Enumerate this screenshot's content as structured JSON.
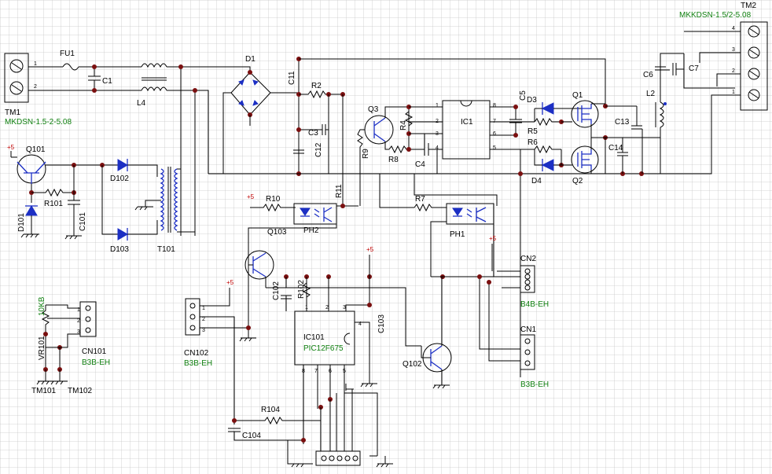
{
  "labels": {
    "tm1": "TM1",
    "tm1_part": "MKDSN-1.5-2-5.08",
    "tm2": "TM2",
    "tm2_part": "MKKDSN-1.5/2-5.08",
    "fu1": "FU1",
    "c1": "C1",
    "l4": "L4",
    "d1": "D1",
    "c11": "C11",
    "r2": "R2",
    "c3": "C3",
    "c12": "C12",
    "q3": "Q3",
    "r4": "R4",
    "r9": "R9",
    "r8": "R8",
    "c4": "C4",
    "ic1": "IC1",
    "c5": "C5",
    "d3": "D3",
    "r5": "R5",
    "r6": "R6",
    "d4": "D4",
    "q1": "Q1",
    "q2": "Q2",
    "c13": "C13",
    "c14": "C14",
    "l2": "L2",
    "c6": "C6",
    "c7": "C7",
    "q101": "Q101",
    "d101": "D101",
    "r101": "R101",
    "c101": "C101",
    "d102": "D102",
    "d103": "D103",
    "t101": "T101",
    "r10": "R10",
    "r11": "R11",
    "ph2": "PH2",
    "q103": "Q103",
    "r7": "R7",
    "ph1": "PH1",
    "cn2": "CN2",
    "cn2_part": "B4B-EH",
    "cn1": "CN1",
    "cn1_part": "B3B-EH",
    "vr101": "VR101",
    "vr_val": "10KB",
    "cn101": "CN101",
    "cn101_part": "B3B-EH",
    "tm101": "TM101",
    "tm102": "TM102",
    "cn102": "CN102",
    "cn102_part": "B3B-EH",
    "c102": "C102",
    "r102": "R102",
    "ic101": "IC101",
    "ic101_part": "PIC12F675",
    "c103": "C103",
    "q102": "Q102",
    "r104": "R104",
    "c104": "C104",
    "plus5": "+5"
  },
  "pins": {
    "n1": "1",
    "n2": "2",
    "n3": "3",
    "n4": "4",
    "n5": "5",
    "n6": "6",
    "n7": "7",
    "n8": "8"
  }
}
